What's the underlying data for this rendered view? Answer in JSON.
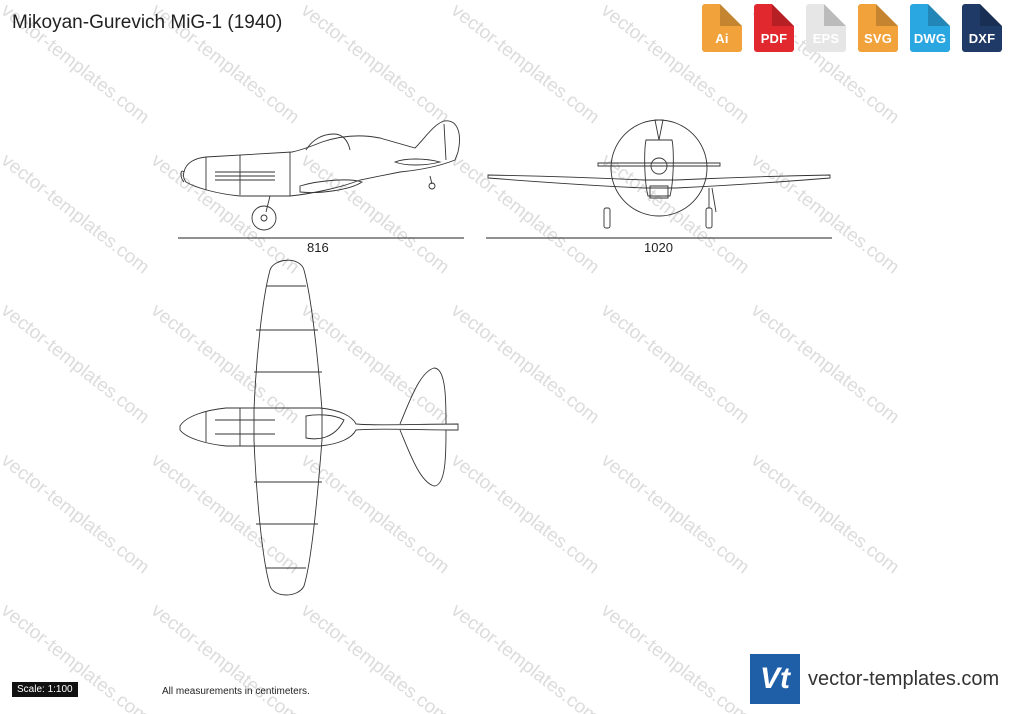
{
  "title": "Mikoyan-Gurevich MiG-1 (1940)",
  "formats": [
    {
      "label": "Ai",
      "color": "#f2a23a"
    },
    {
      "label": "PDF",
      "color": "#e0282e"
    },
    {
      "label": "EPS",
      "color": "#e6e6e6"
    },
    {
      "label": "SVG",
      "color": "#f2a23a"
    },
    {
      "label": "DWG",
      "color": "#2aa6e0"
    },
    {
      "label": "DXF",
      "color": "#1f3a66"
    }
  ],
  "dimensions": {
    "length": "816",
    "wingspan": "1020"
  },
  "scale": "Scale: 1:100",
  "note": "All measurements in centimeters.",
  "watermark": "vector-templates.com",
  "brand": {
    "logo": "Vt",
    "text": "vector-templates.com"
  }
}
